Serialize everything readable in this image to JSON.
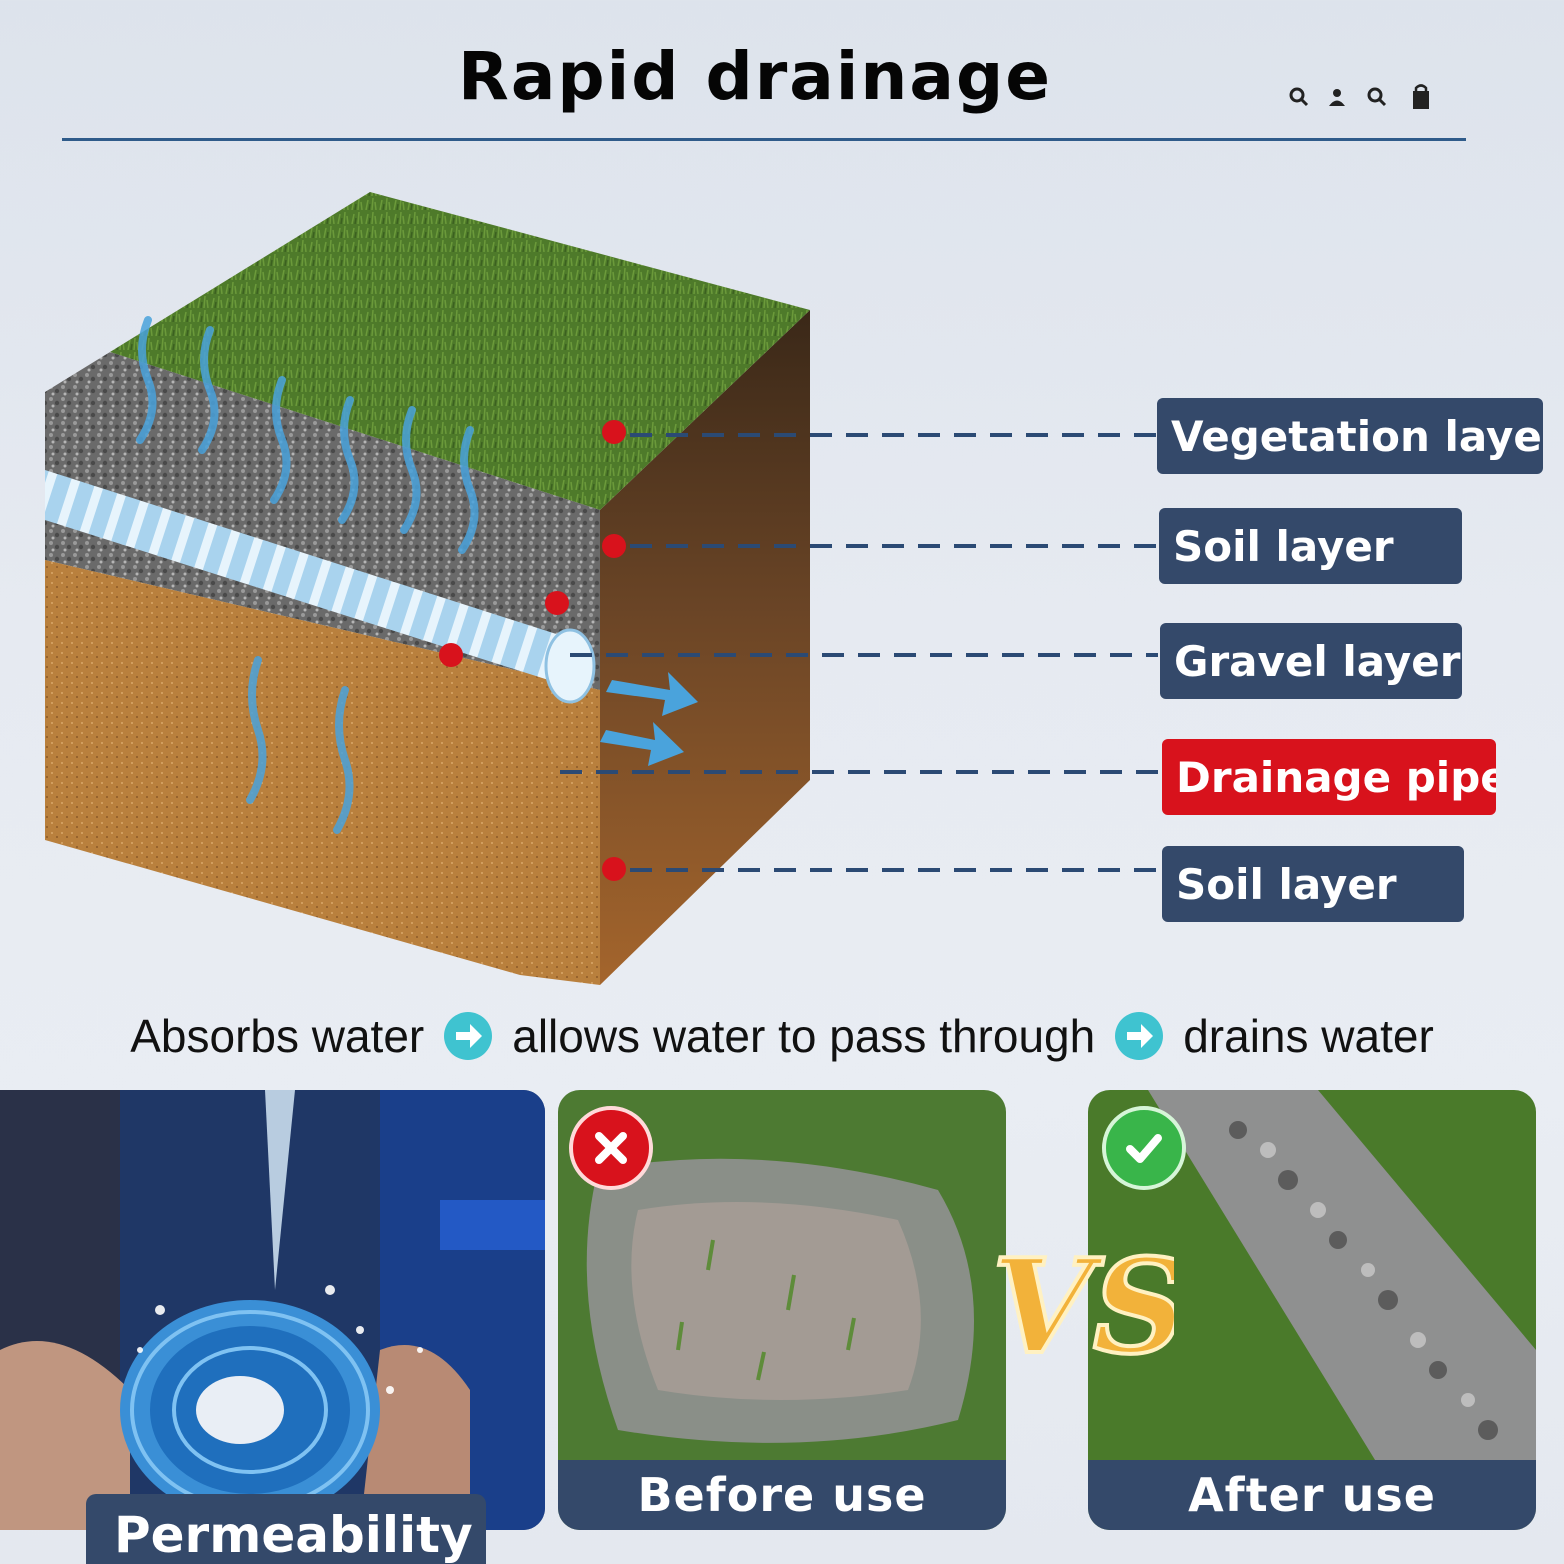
{
  "header": {
    "title": "Rapid drainage",
    "icons": [
      "search-icon",
      "user-icon",
      "search-icon",
      "bag-icon"
    ]
  },
  "layers": [
    {
      "label": "Vegetation layer",
      "highlight": false
    },
    {
      "label": "Soil layer",
      "highlight": false
    },
    {
      "label": "Gravel layer",
      "highlight": false
    },
    {
      "label": "Drainage pipe",
      "highlight": true
    },
    {
      "label": "Soil layer",
      "highlight": false
    }
  ],
  "process": {
    "step1": "Absorbs water",
    "step2": "allows water to pass through",
    "step3": "drains water",
    "arrow_icon": "arrow-right-circle-icon"
  },
  "panels": {
    "permeability": "Permeability",
    "vs": "VS",
    "before": "Before use",
    "after": "After use",
    "before_icon": "cross-icon",
    "after_icon": "check-icon"
  },
  "colors": {
    "label_bg": "#34496a",
    "highlight_bg": "#d8121c",
    "marker": "#d8121c",
    "arrow": "#3fc3d0"
  }
}
